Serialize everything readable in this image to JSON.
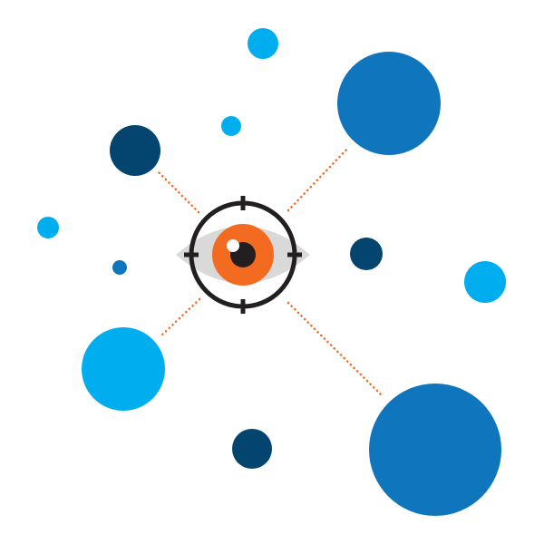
{
  "colors": {
    "background": "#ffffff",
    "light_blue": "#00aeef",
    "mid_blue": "#0f75bd",
    "navy": "#03456e",
    "eye_white": "#d9d9d9",
    "iris": "#f26b21",
    "pupil": "#231f20",
    "reticle": "#231f20",
    "connector": "#f26b21"
  },
  "icons": {
    "center": "eye-target-icon",
    "nodes": "circle-node"
  },
  "nodes": [
    {
      "name": "node-top-small",
      "color": "light_blue",
      "connected": false
    },
    {
      "name": "node-top-right-large",
      "color": "mid_blue",
      "connected": true
    },
    {
      "name": "node-upper-small",
      "color": "light_blue",
      "connected": false
    },
    {
      "name": "node-upper-left",
      "color": "navy",
      "connected": true
    },
    {
      "name": "node-left-small",
      "color": "light_blue",
      "connected": false
    },
    {
      "name": "node-left-tiny",
      "color": "mid_blue",
      "connected": false
    },
    {
      "name": "node-right-navy",
      "color": "navy",
      "connected": false
    },
    {
      "name": "node-right-light",
      "color": "light_blue",
      "connected": false
    },
    {
      "name": "node-lower-left-large",
      "color": "light_blue",
      "connected": true
    },
    {
      "name": "node-bottom-navy",
      "color": "navy",
      "connected": false
    },
    {
      "name": "node-bottom-right-large",
      "color": "mid_blue",
      "connected": true
    }
  ]
}
